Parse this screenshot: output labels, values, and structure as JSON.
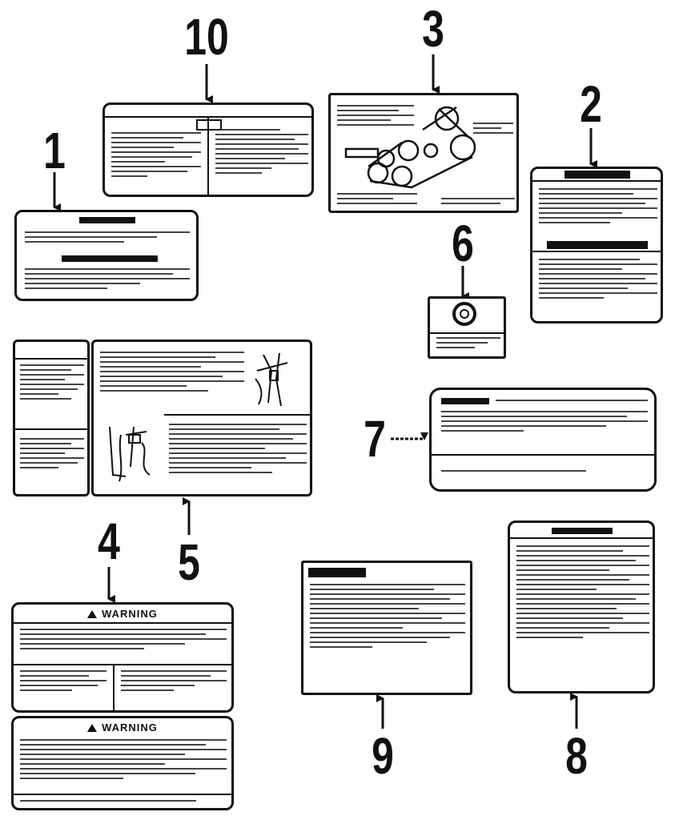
{
  "callouts": {
    "n1": "1",
    "n2": "2",
    "n3": "3",
    "n4": "4",
    "n5": "5",
    "n6": "6",
    "n7": "7",
    "n8": "8",
    "n9": "9",
    "n10": "10"
  },
  "labels": {
    "label4_header": "WARNING",
    "label4b_header": "WARNING"
  },
  "colors": {
    "ink": "#111111",
    "paper": "#ffffff"
  }
}
